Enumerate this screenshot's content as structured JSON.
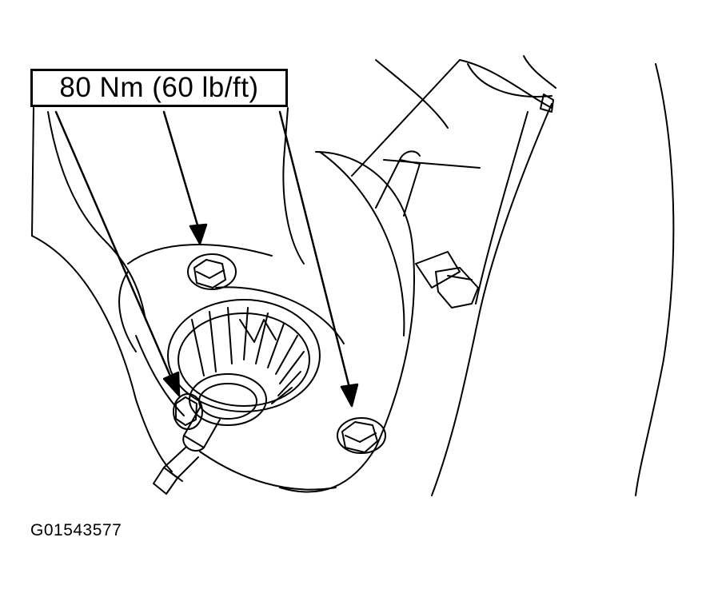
{
  "callout": {
    "torque_label": "80 Nm (60 lb/ft)"
  },
  "figure": {
    "id": "G01543577",
    "subject": "Lower hub bearing assembly retained by three bolts, each bolt indicated by arrow from torque specification",
    "colors": {
      "line": "#000000",
      "background": "#ffffff"
    }
  }
}
